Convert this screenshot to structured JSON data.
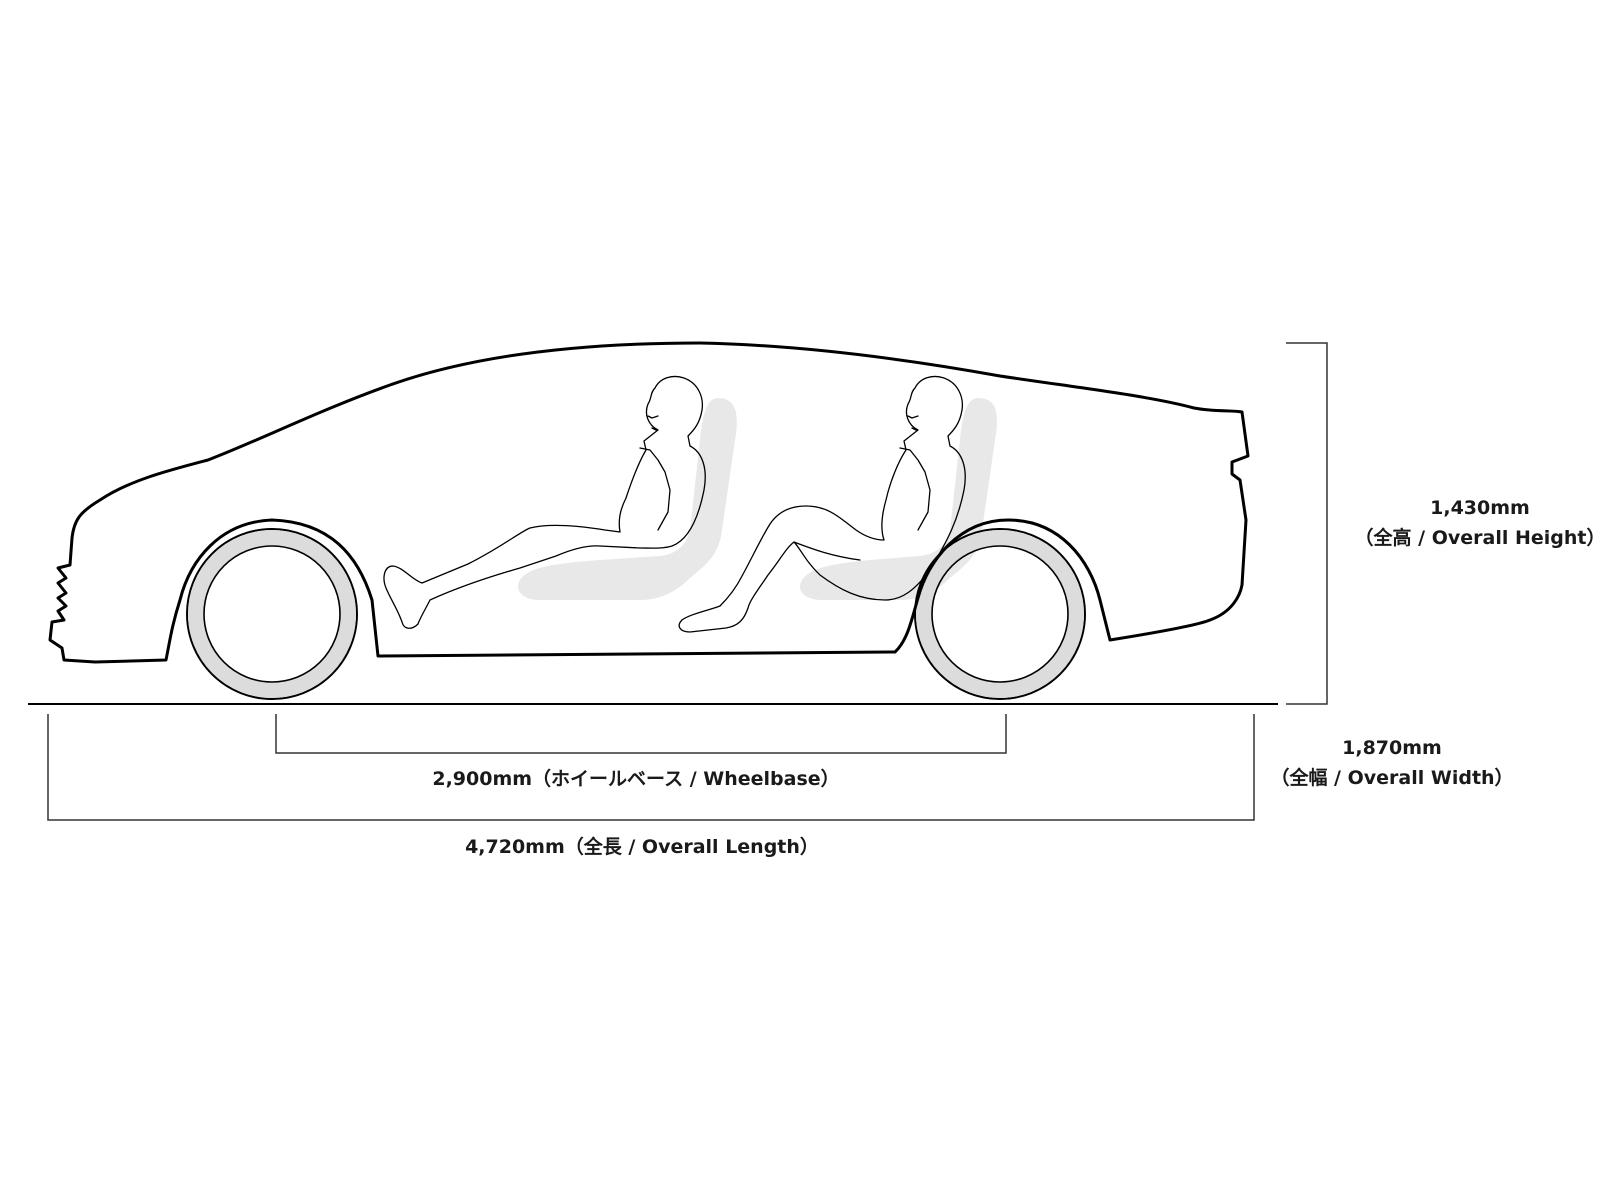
{
  "labels": {
    "overall_height": {
      "value": "1,430mm",
      "caption": "（全高 / Overall Height）"
    },
    "overall_width": {
      "value": "1,870mm",
      "caption": "（全幅 / Overall Width）"
    },
    "wheelbase": "2,900mm（ホイールベース / Wheelbase）",
    "overall_length": "4,720mm（全長 / Overall Length）"
  },
  "colors": {
    "outline": "#000000",
    "tire": "#dcdcdc",
    "seat": "#e8e8e8",
    "dimension_line": "#333333",
    "text": "#1a1a1a"
  }
}
